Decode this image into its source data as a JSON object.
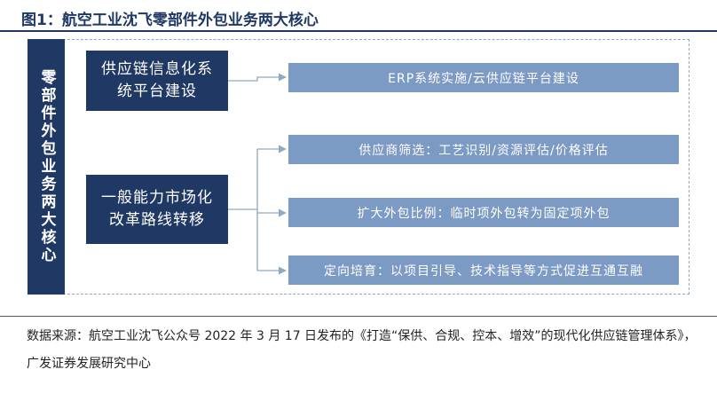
{
  "title": "图1：航空工业沈飞零部件外包业务两大核心",
  "diagram": {
    "side_label": "零部件外包业务两大核心",
    "cores": [
      {
        "label": "供应链信息化系统平台建设",
        "items": [
          "ERP系统实施/云供应链平台建设"
        ]
      },
      {
        "label": "一般能力市场化改革路线转移",
        "items": [
          "供应商筛选：工艺识别/资源评估/价格评估",
          "扩大外包比例：临时项外包转为固定项外包",
          "定向培育：以项目引导、技术指导等方式促进互通互融"
        ]
      }
    ],
    "colors": {
      "dark": "#1f3864",
      "light": "#7b9ac4",
      "arrow": "#8ea9c1"
    }
  },
  "source": "数据来源：航空工业沈飞公众号 2022 年 3 月 17 日发布的《打造“保供、合规、控本、增效”的现代化供应链管理体系》，广发证券发展研究中心"
}
